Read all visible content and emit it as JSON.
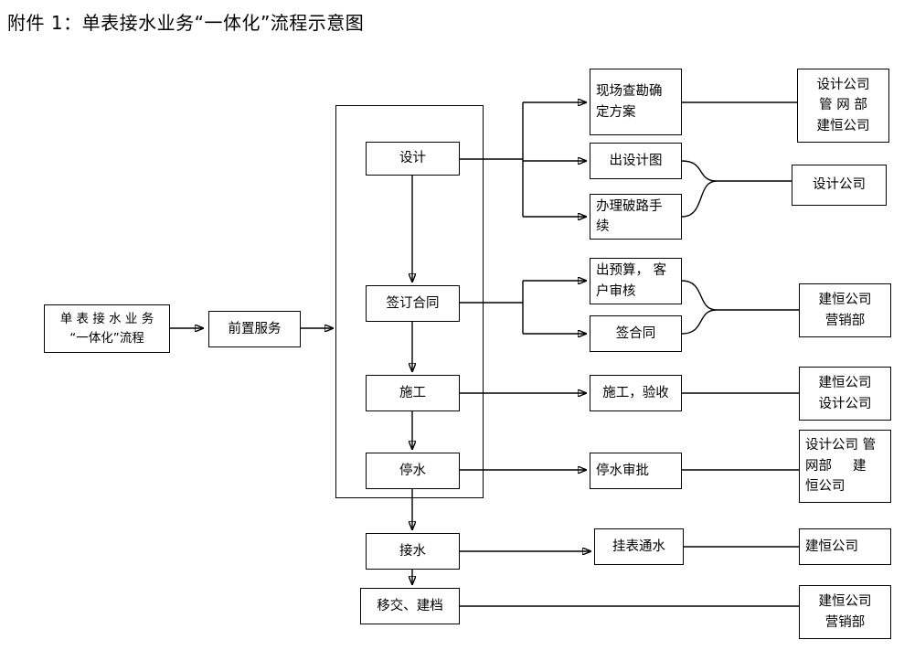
{
  "title": "附件 1：单表接水业务“一体化”流程示意图",
  "nodes": {
    "start": {
      "lines": [
        "单 表 接 水 业 务",
        "“一体化”流程"
      ]
    },
    "pre_service": {
      "lines": [
        "前置服务"
      ]
    },
    "design": {
      "lines": [
        "设计"
      ]
    },
    "sign_contract": {
      "lines": [
        "签订合同"
      ]
    },
    "construction": {
      "lines": [
        "施工"
      ]
    },
    "water_stop": {
      "lines": [
        "停水"
      ]
    },
    "connect_water": {
      "lines": [
        "接水"
      ]
    },
    "handover_archive": {
      "lines": [
        "移交、建档"
      ]
    },
    "site_survey": {
      "lines": [
        "现场查勘确",
        "定方案"
      ]
    },
    "issue_drawing": {
      "lines": [
        "出设计图"
      ]
    },
    "road_permit": {
      "lines": [
        "办理破路手",
        "续"
      ]
    },
    "budget_review": {
      "lines": [
        "出预算， 客",
        "户审核"
      ]
    },
    "sign_agreement": {
      "lines": [
        "签合同"
      ]
    },
    "build_accept": {
      "lines": [
        "施工，验收"
      ]
    },
    "stop_approval": {
      "lines": [
        "停水审批"
      ]
    },
    "meter_install": {
      "lines": [
        "挂表通水"
      ]
    },
    "owner_design_pipe_jianheng": {
      "lines": [
        "设计公司",
        "管 网 部",
        "建恒公司"
      ]
    },
    "owner_design_company": {
      "lines": [
        "设计公司"
      ]
    },
    "owner_jianheng_marketing_1": {
      "lines": [
        "建恒公司",
        "营销部"
      ]
    },
    "owner_jianheng_design": {
      "lines": [
        "建恒公司",
        "设计公司"
      ]
    },
    "owner_design_pipe_jianheng_2": {
      "lines": [
        "设计公司 管",
        "网部     建",
        "恒公司"
      ]
    },
    "owner_jianheng": {
      "lines": [
        "建恒公司"
      ]
    },
    "owner_jianheng_marketing_2": {
      "lines": [
        "建恒公司",
        "营销部"
      ]
    }
  },
  "colors": {
    "stroke": "#000000",
    "background": "#ffffff",
    "text": "#000000"
  }
}
